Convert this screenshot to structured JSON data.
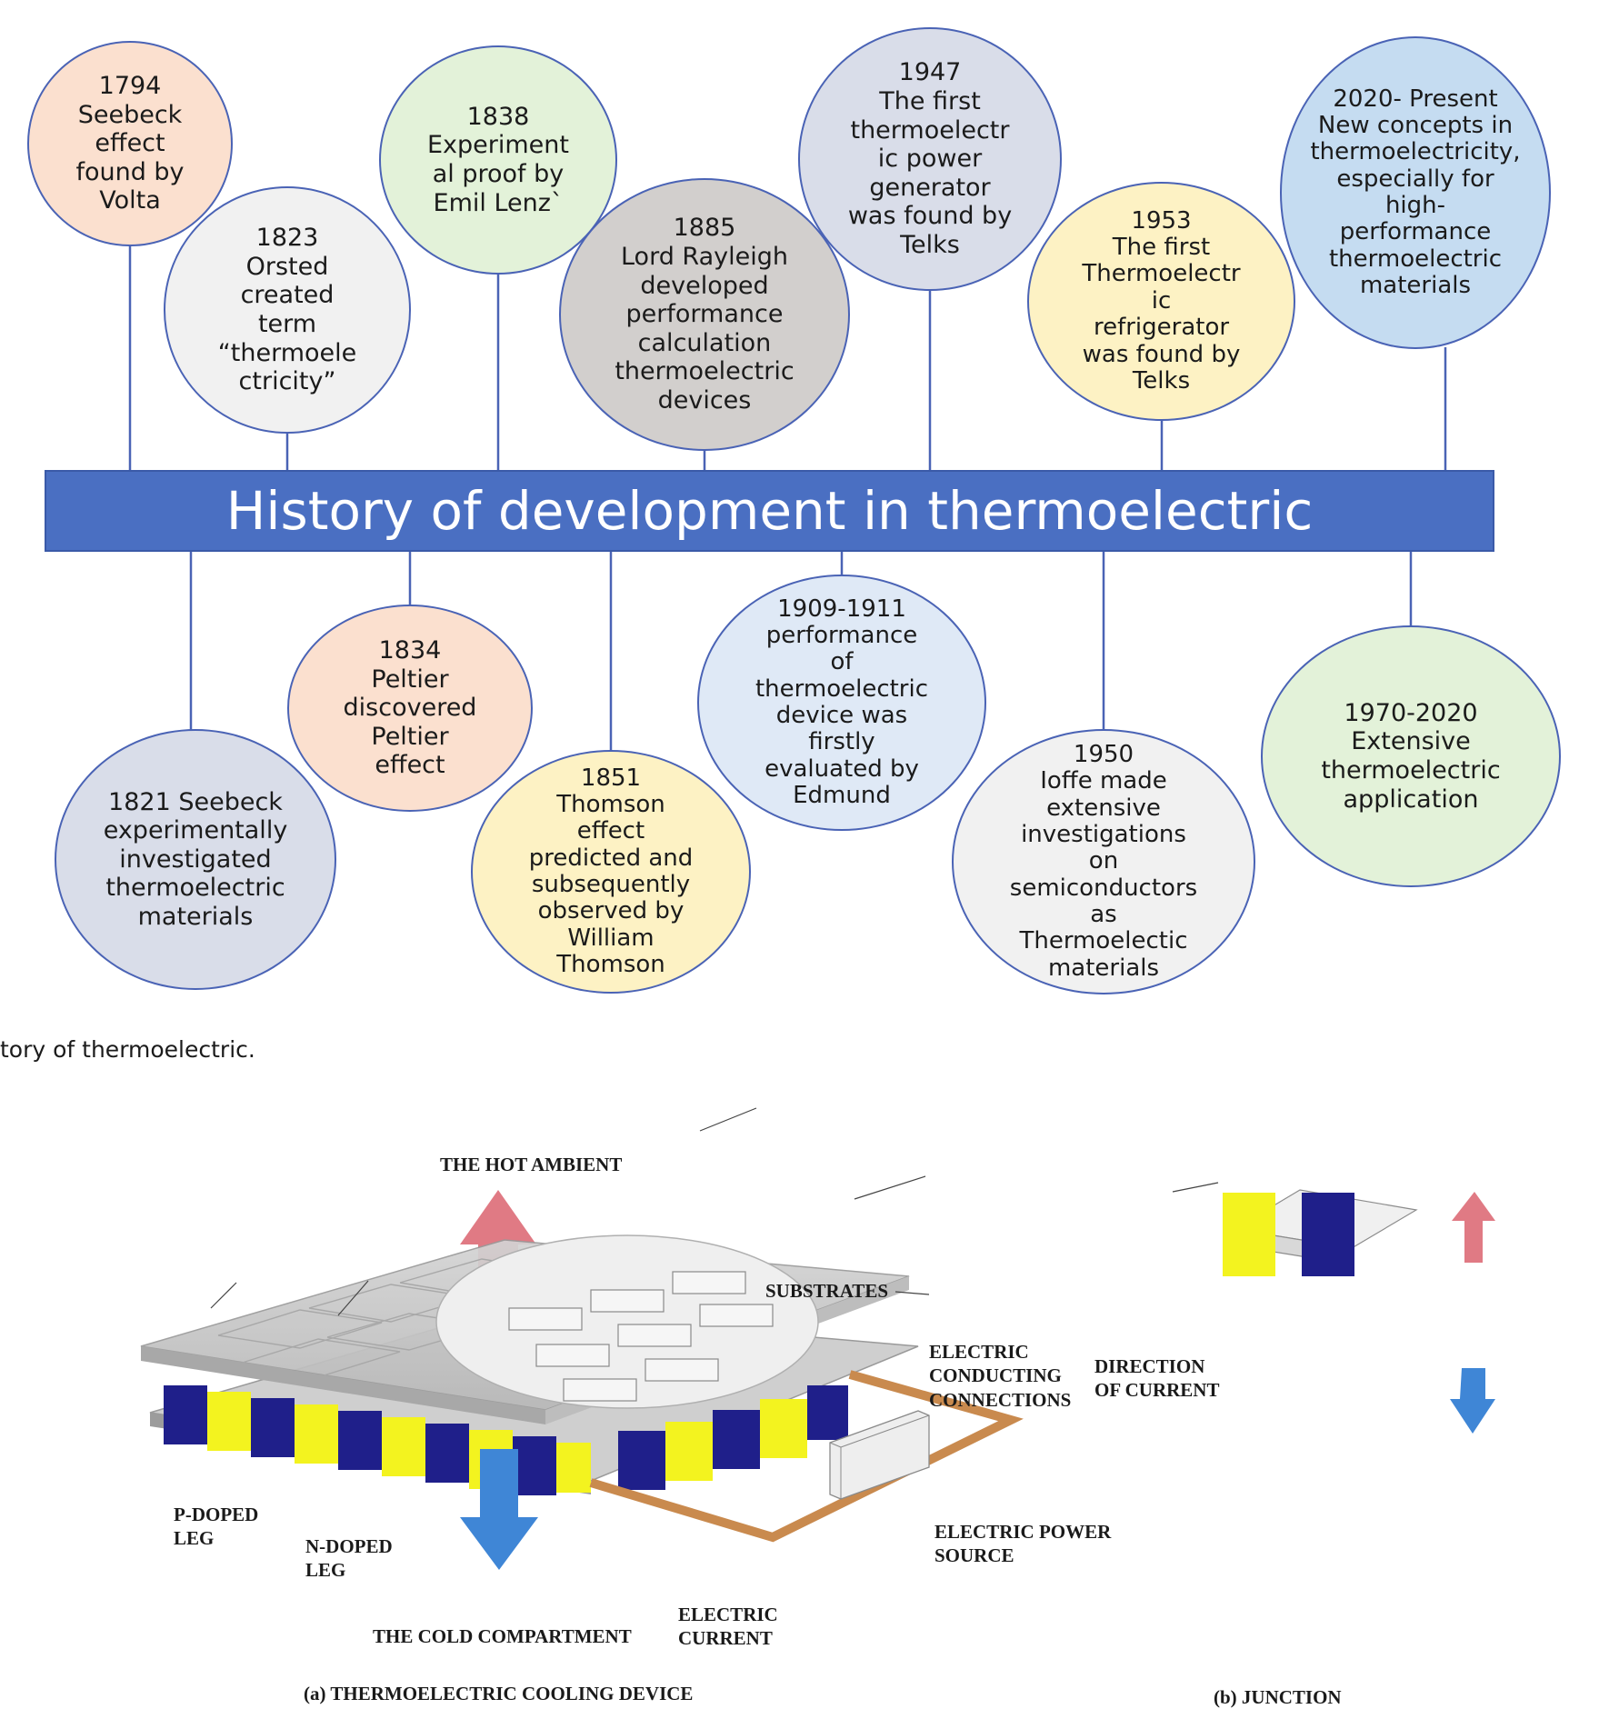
{
  "timeline": {
    "title": "History of development in thermoelectric",
    "caption": "tory of thermoelectric.",
    "colors": {
      "banner": "#4a6fc2",
      "stroke": "#4a63b5"
    },
    "events_top": [
      {
        "id": "1794",
        "text": "1794\nSeebeck\neffect\nfound by\nVolta",
        "fill": "#fbe0cf"
      },
      {
        "id": "1823",
        "text": "1823\nOrsted\ncreated\nterm\n“thermoele\nctricity”",
        "fill": "#f1f1f1"
      },
      {
        "id": "1838",
        "text": "1838\nExperiment\nal proof by\nEmil Lenz`",
        "fill": "#e3f2d9"
      },
      {
        "id": "1885",
        "text": "1885\nLord Rayleigh\ndeveloped\nperformance\ncalculation\nthermoelectric\ndevices",
        "fill": "#d2cfcd"
      },
      {
        "id": "1947",
        "text": "1947\nThe first\nthermoelectr\nic power\ngenerator\nwas found by\nTelks",
        "fill": "#d9dde9"
      },
      {
        "id": "1953",
        "text": "1953\nThe first\nThermoelectr\nic\nrefrigerator\nwas found by\nTelks",
        "fill": "#fdf2c4"
      },
      {
        "id": "2020",
        "text": "2020- Present\nNew concepts in\nthermoelectricity,\nespecially for\nhigh-\nperformance\nthermoelectric\nmaterials",
        "fill": "#c5dcf1"
      }
    ],
    "events_bottom": [
      {
        "id": "1821",
        "text": "1821   Seebeck\nexperimentally\ninvestigated\nthermoelectric\nmaterials",
        "fill": "#d9dde9"
      },
      {
        "id": "1834",
        "text": "1834\nPeltier\ndiscovered\nPeltier\neffect",
        "fill": "#fbe0cf"
      },
      {
        "id": "1851",
        "text": "1851\nThomson\neffect\npredicted and\nsubsequently\nobserved by\nWilliam\nThomson",
        "fill": "#fdf2c4"
      },
      {
        "id": "1909",
        "text": "1909-1911\nperformance\nof\nthermoelectric\ndevice was\nfirstly\nevaluated by\nEdmund",
        "fill": "#dfe9f6"
      },
      {
        "id": "1950",
        "text": "1950\nIoffe made\nextensive\ninvestigations\non\nsemiconductors\nas\nThermoelectic\nmaterials",
        "fill": "#f1f1f1"
      },
      {
        "id": "1970",
        "text": "1970-2020\nExtensive\nthermoelectric\napplication",
        "fill": "#e3f2d9"
      }
    ]
  },
  "device": {
    "hot_ambient": "THE HOT AMBIENT",
    "substrates": "SUBSTRATES",
    "electric_conducting": "ELECTRIC\nCONDUCTING\nCONNECTIONS",
    "direction_of_current": "DIRECTION\nOF CURRENT",
    "p_doped_leg": "P-DOPED\nLEG",
    "n_doped_leg": "N-DOPED\nLEG",
    "power_source": "ELECTRIC POWER\nSOURCE",
    "electric_current": "ELECTRIC\nCURRENT",
    "cold_compartment": "THE COLD COMPARTMENT",
    "caption_a": "(a) THERMOELECTRIC COOLING DEVICE",
    "caption_b": "(b) JUNCTION",
    "colors": {
      "p_leg": "#f3f31f",
      "n_leg": "#1f1f8a",
      "hot_arrow": "#e07a84",
      "cold_arrow": "#3f86d6",
      "copper": "#c98a4e",
      "substrate": "#c4c4c4"
    }
  }
}
